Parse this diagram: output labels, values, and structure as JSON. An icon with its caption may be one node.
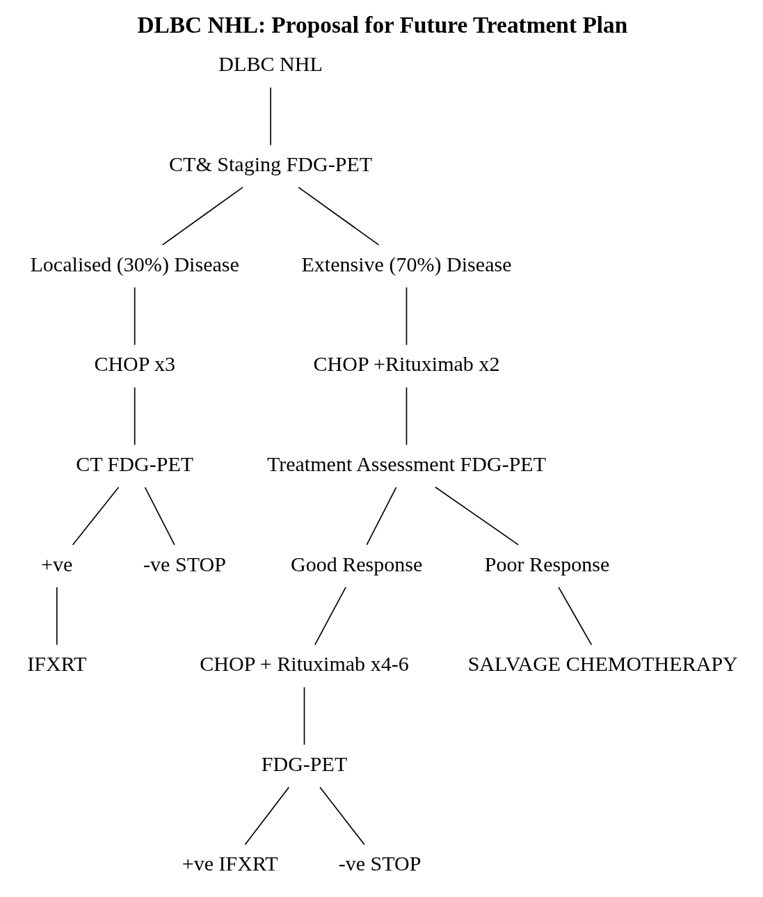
{
  "diagram": {
    "title": "DLBC NHL: Proposal for Future Treatment Plan",
    "nodes": [
      {
        "text": [
          "DLBC NHL"
        ]
      },
      {
        "text": [
          "CT& Staging FDG-PET"
        ]
      },
      {
        "text": [
          "Localised (30%) Disease"
        ]
      },
      {
        "text": [
          "Extensive (70%) Disease"
        ]
      },
      {
        "text": [
          "CHOP x3"
        ]
      },
      {
        "text": [
          "CT FDG-PET"
        ]
      },
      {
        "text": [
          "+ve"
        ]
      },
      {
        "text": [
          "-ve STOP"
        ]
      },
      {
        "text": [
          "IFXRT"
        ]
      },
      {
        "text": [
          "CHOP +Rituximab x2"
        ]
      },
      {
        "text": [
          "Treatment Assessment FDG-PET"
        ]
      },
      {
        "text": [
          "Good Response"
        ]
      },
      {
        "text": [
          "Poor Response"
        ]
      },
      {
        "text": [
          "CHOP + Rituximab x4-6"
        ]
      },
      {
        "text": [
          "SALVAGE CHEMOTHERAPY"
        ]
      },
      {
        "text": [
          "FDG-PET"
        ]
      },
      {
        "text": [
          "+ve IFXRT"
        ]
      },
      {
        "text": [
          "-ve STOP"
        ]
      }
    ],
    "edges": [
      {
        "from": 0,
        "to": 1,
        "arrow": "none"
      },
      {
        "from": 1,
        "to": 2,
        "arrow": "none"
      },
      {
        "from": 1,
        "to": 3,
        "arrow": "none"
      },
      {
        "from": 2,
        "to": 4,
        "arrow": "none"
      },
      {
        "from": 4,
        "to": 5,
        "arrow": "none"
      },
      {
        "from": 5,
        "to": 6,
        "arrow": "none"
      },
      {
        "from": 5,
        "to": 7,
        "arrow": "none"
      },
      {
        "from": 6,
        "to": 8,
        "arrow": "none"
      },
      {
        "from": 3,
        "to": 9,
        "arrow": "none"
      },
      {
        "from": 9,
        "to": 10,
        "arrow": "none"
      },
      {
        "from": 10,
        "to": 11,
        "arrow": "none"
      },
      {
        "from": 10,
        "to": 12,
        "arrow": "none"
      },
      {
        "from": 11,
        "to": 13,
        "arrow": "none"
      },
      {
        "from": 12,
        "to": 14,
        "arrow": "none"
      },
      {
        "from": 13,
        "to": 15,
        "arrow": "none"
      },
      {
        "from": 15,
        "to": 16,
        "arrow": "none"
      },
      {
        "from": 15,
        "to": 17,
        "arrow": "none"
      }
    ]
  }
}
